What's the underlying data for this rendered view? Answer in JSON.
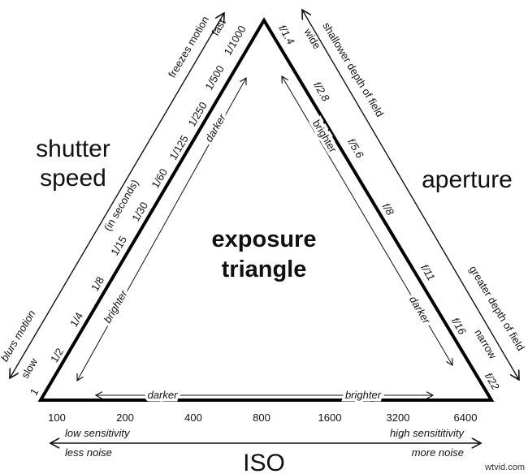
{
  "title": [
    "exposure",
    "triangle"
  ],
  "shutter": {
    "heading": [
      "shutter",
      "speed"
    ],
    "unit_note": "(in seconds)",
    "values": [
      "1/1000",
      "1/500",
      "1/250",
      "1/125",
      "1/60",
      "1/30",
      "1/15",
      "1/8",
      "1/4",
      "1/2",
      "1"
    ],
    "fast": "fast",
    "slow": "slow",
    "outer_top": "freezes motion",
    "outer_bottom": "blurs motion",
    "inner_top": "darker",
    "inner_bottom": "brighter"
  },
  "aperture": {
    "heading": "aperture",
    "values": [
      "f/1.4",
      "f/2.8",
      "f/5.6",
      "f/8",
      "f/11",
      "f/16",
      "f/22"
    ],
    "wide": "wide",
    "narrow": "narrow",
    "outer_top": "shallower depth of field",
    "outer_bottom": "greater depth of field",
    "inner_top": "brighter",
    "inner_bottom": "darker"
  },
  "iso": {
    "heading": "ISO",
    "values": [
      "100",
      "200",
      "400",
      "800",
      "1600",
      "3200",
      "6400"
    ],
    "inner_left": "darker",
    "inner_right": "brighter",
    "low_top": "low sensitivity",
    "low_bottom": "less noise",
    "high_top": "high sensititivity",
    "high_bottom": "more noise"
  },
  "watermark": "wtvid.com"
}
